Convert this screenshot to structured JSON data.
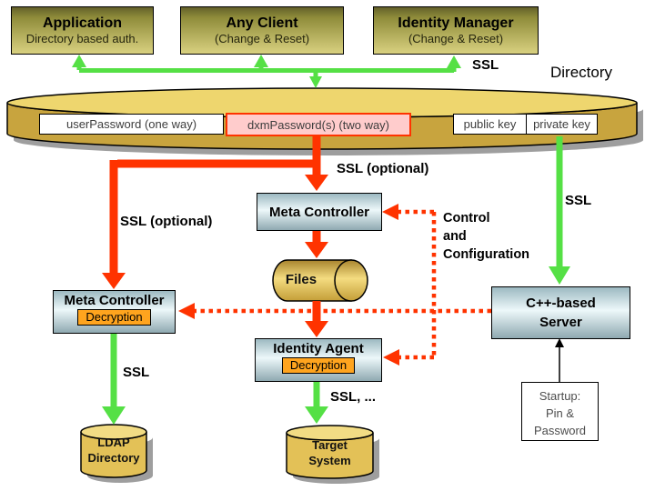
{
  "top_row": {
    "application": {
      "title": "Application",
      "subtitle": "Directory based auth."
    },
    "any_client": {
      "title": "Any Client",
      "subtitle": "(Change & Reset)"
    },
    "identity_manager": {
      "title": "Identity Manager",
      "subtitle": "(Change & Reset)"
    }
  },
  "directory": {
    "label": "Directory",
    "ssl_label": "SSL",
    "attributes": {
      "user_password": "userPassword (one way)",
      "dxm_password": "dxmPassword(s) (two way)",
      "public_key": "public key",
      "private_key": "private key"
    }
  },
  "middle": {
    "meta_controller_top": "Meta Controller",
    "files": "Files",
    "identity_agent": "Identity Agent",
    "identity_agent_decryption": "Decryption",
    "meta_controller_left": "Meta Controller",
    "meta_controller_left_decryption": "Decryption",
    "cpp_server": "C++-based\nServer",
    "control_config": "Control\nand\nConfiguration"
  },
  "labels": {
    "ssl_optional_top": "SSL (optional)",
    "ssl_optional_left": "SSL (optional)",
    "ssl_left": "SSL",
    "ssl_right": "SSL",
    "ssl_target": "SSL, ..."
  },
  "bottom": {
    "ldap": "LDAP\nDirectory",
    "target": "Target\nSystem",
    "startup": "Startup:\nPin &\nPassword"
  },
  "colors": {
    "arrow_red": "#ff3300",
    "arrow_green": "#55e045",
    "gold_side": "#c8a43e",
    "gold_top": "#eed66e",
    "pink_fill": "#ffcccc",
    "orange_fill": "#ffa41e",
    "blue_box_mid": "#edf8fa",
    "olive_box_bottom": "#d9d180",
    "shadow_gray": "#9e9e9e"
  }
}
